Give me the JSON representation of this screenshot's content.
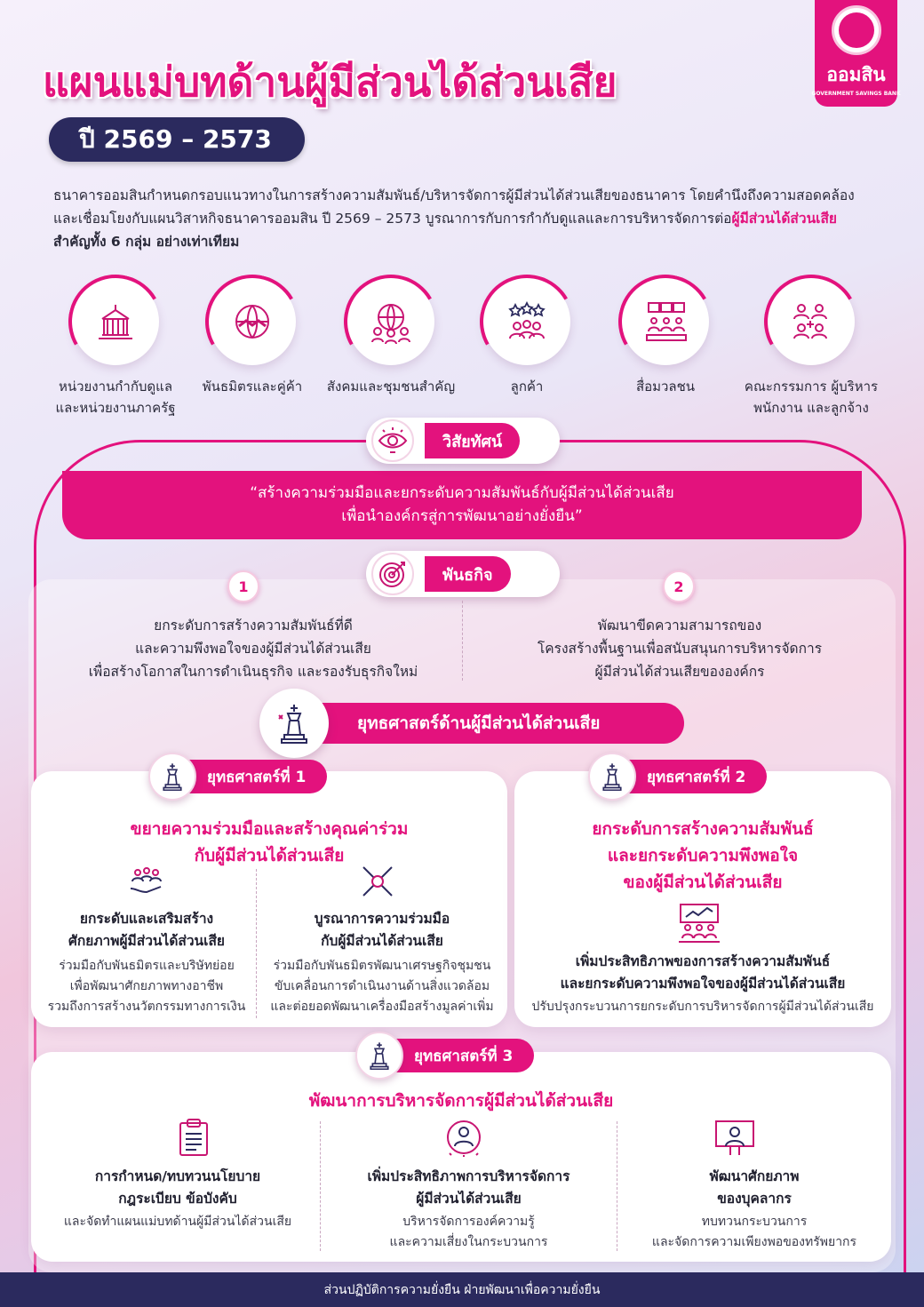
{
  "header": {
    "title": "แผนแม่บทด้านผู้มีส่วนได้ส่วนเสีย",
    "year": "ปี 2569 – 2573",
    "logo_name": "ออมสิน",
    "logo_sub": "GOVERNMENT SAVINGS BANK"
  },
  "intro": {
    "line1": "ธนาคารออมสินกำหนดกรอบแนวทางในการสร้างความสัมพันธ์/บริหารจัดการผู้มีส่วนได้ส่วนเสียของธนาคาร โดยคำนึงถึงความสอดคล้อง",
    "line2_a": "และเชื่อมโยงกับแผนวิสาหกิจธนาคารออมสิน ปี 2569 – 2573 บูรณาการกับการกำกับดูแลและการบริหารจัดการต่อ",
    "line2_b": "ผู้มีส่วนได้ส่วนเสีย",
    "line3": "สำคัญทั้ง 6 กลุ่ม อย่างเท่าเทียม"
  },
  "stakeholders": [
    {
      "line1": "หน่วยงานกำกับดูแล",
      "line2": "และหน่วยงานภาครัฐ",
      "icon": "government-building-icon"
    },
    {
      "line1": "พันธมิตรและคู่ค้า",
      "line2": "",
      "icon": "handshake-globe-icon"
    },
    {
      "line1": "สังคมและชุมชนสำคัญ",
      "line2": "",
      "icon": "community-globe-icon"
    },
    {
      "line1": "ลูกค้า",
      "line2": "",
      "icon": "customers-stars-icon"
    },
    {
      "line1": "สื่อมวลชน",
      "line2": "",
      "icon": "media-people-icon"
    },
    {
      "line1": "คณะกรรมการ ผู้บริหาร",
      "line2": "พนักงาน และลูกจ้าง",
      "icon": "staff-group-icon"
    }
  ],
  "vision": {
    "label": "วิสัยทัศน์",
    "line1": "“สร้างความร่วมมือและยกระดับความสัมพันธ์กับผู้มีส่วนได้ส่วนเสีย",
    "line2": "เพื่อนำองค์กรสู่การพัฒนาอย่างยั่งยืน”"
  },
  "mission": {
    "label": "พันธกิจ",
    "items": [
      {
        "num": "1",
        "line1": "ยกระดับการสร้างความสัมพันธ์ที่ดี",
        "line2": "และความพึงพอใจของผู้มีส่วนได้ส่วนเสีย",
        "line3": "เพื่อสร้างโอกาสในการดำเนินธุรกิจ และรองรับธุรกิจใหม่"
      },
      {
        "num": "2",
        "line1": "พัฒนาขีดความสามารถของ",
        "line2": "โครงสร้างพื้นฐานเพื่อสนับสนุนการบริหารจัดการ",
        "line3": "ผู้มีส่วนได้ส่วนเสียขององค์กร"
      }
    ]
  },
  "strategy_header": "ยุทธศาสตร์ด้านผู้มีส่วนได้ส่วนเสีย",
  "strategy1": {
    "label": "ยุทธศาสตร์ที่ 1",
    "title1": "ขยายความร่วมมือและสร้างคุณค่าร่วม",
    "title2": "กับผู้มีส่วนได้ส่วนเสีย",
    "items": [
      {
        "h1": "ยกระดับและเสริมสร้าง",
        "h2": "ศักยภาพผู้มีส่วนได้ส่วนเสีย",
        "t1": "ร่วมมือกับพันธมิตรและบริษัทย่อย",
        "t2": "เพื่อพัฒนาศักยภาพทางอาชีพ",
        "t3": "รวมถึงการสร้างนวัตกรรมทางการเงิน"
      },
      {
        "h1": "บูรณาการความร่วมมือ",
        "h2": "กับผู้มีส่วนได้ส่วนเสีย",
        "t1": "ร่วมมือกับพันธมิตรพัฒนาเศรษฐกิจชุมชน",
        "t2": "ขับเคลื่อนการดำเนินงานด้านสิ่งแวดล้อม",
        "t3": "และต่อยอดพัฒนาเครื่องมือสร้างมูลค่าเพิ่ม"
      }
    ]
  },
  "strategy2": {
    "label": "ยุทธศาสตร์ที่ 2",
    "title1": "ยกระดับการสร้างความสัมพันธ์",
    "title2": "และยกระดับความพึงพอใจ",
    "title3": "ของผู้มีส่วนได้ส่วนเสีย",
    "h1": "เพิ่มประสิทธิภาพของการสร้างความสัมพันธ์",
    "h2": "และยกระดับความพึงพอใจของผู้มีส่วนได้ส่วนเสีย",
    "t1": "ปรับปรุงกระบวนการยกระดับการบริหารจัดการผู้มีส่วนได้ส่วนเสีย"
  },
  "strategy3": {
    "label": "ยุทธศาสตร์ที่ 3",
    "title": "พัฒนาการบริหารจัดการผู้มีส่วนได้ส่วนเสีย",
    "items": [
      {
        "h1": "การกำหนด/ทบทวนนโยบาย",
        "h2": "กฎระเบียบ ข้อบังคับ",
        "t1": "และจัดทำแผนแม่บทด้านผู้มีส่วนได้ส่วนเสีย",
        "t2": ""
      },
      {
        "h1": "เพิ่มประสิทธิภาพการบริหารจัดการ",
        "h2": "ผู้มีส่วนได้ส่วนเสีย",
        "t1": "บริหารจัดการองค์ความรู้",
        "t2": "และความเสี่ยงในกระบวนการ"
      },
      {
        "h1": "พัฒนาศักยภาพ",
        "h2": "ของบุคลากร",
        "t1": "ทบทวนกระบวนการ",
        "t2": "และจัดการความเพียงพอของทรัพยากร"
      }
    ]
  },
  "footer": "ส่วนปฏิบัติการความยั่งยืน ฝ่ายพัฒนาเพื่อความยั่งยืน"
}
